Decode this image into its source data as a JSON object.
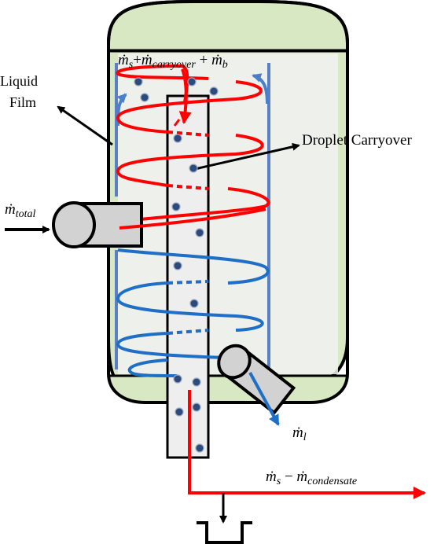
{
  "labels": {
    "liquid_film_line1": "Liquid",
    "liquid_film_line2": "Film",
    "droplet_carryover": "Droplet Carryover"
  },
  "math": {
    "top_formula": {
      "m1": "ṁ",
      "s1": "s",
      "plus1": "+",
      "m2": "ṁ",
      "s2": "carryover",
      "plus2": " + ",
      "m3": "ṁ",
      "s3": "b"
    },
    "total": {
      "m": "ṁ",
      "s": "total"
    },
    "liquid_out": {
      "m": "ṁ",
      "s": "l"
    },
    "gas_out": {
      "m1": "ṁ",
      "s1": "s",
      "minus": " − ",
      "m2": "ṁ",
      "s2": "condensate"
    }
  },
  "colors": {
    "vessel_fill": "#d8e8c2",
    "vessel_stroke": "#000000",
    "tube_fill": "#eeeeee",
    "hot_swirl": "#ff0000",
    "cold_swirl": "#1f6fc7",
    "film_line": "#5b7fc4",
    "droplet": "#2c4a7c",
    "nozzle_fill": "#d2d2d2",
    "arrow_black": "#000000"
  },
  "icons": {
    "droplet": "droplet-dot-icon",
    "film_lift": "curved-arrow-icon",
    "drain": "drain-trap-icon"
  }
}
